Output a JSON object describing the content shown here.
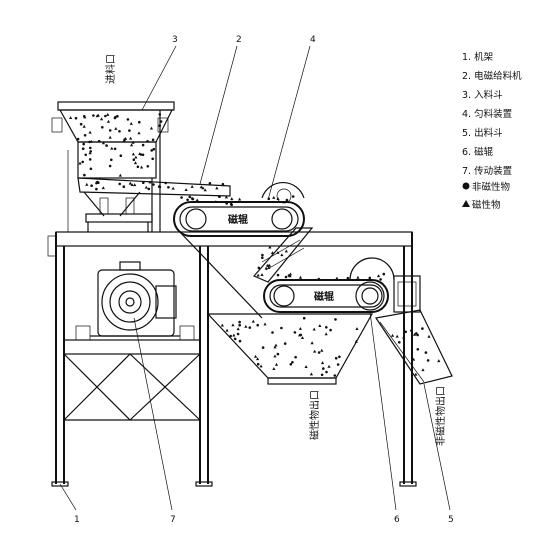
{
  "legend": [
    "1. 机架",
    "2. 电磁给料机",
    "3. 入料斗",
    "4. 匀料装置",
    "5. 出料斗",
    "6. 磁辊",
    "7. 传动装置"
  ],
  "legend_markers": [
    {
      "symbol": "circle",
      "label": "非磁性物"
    },
    {
      "symbol": "triangle",
      "label": "磁性物"
    }
  ],
  "callouts": [
    "1",
    "2",
    "3",
    "4",
    "5",
    "6",
    "7"
  ],
  "roller_labels": [
    "磁辊",
    "磁辊"
  ],
  "outlets": {
    "inlet": "进料口",
    "magnetic_outlet": "磁性物出口",
    "nonmagnetic_outlet": "非磁性物出口"
  }
}
